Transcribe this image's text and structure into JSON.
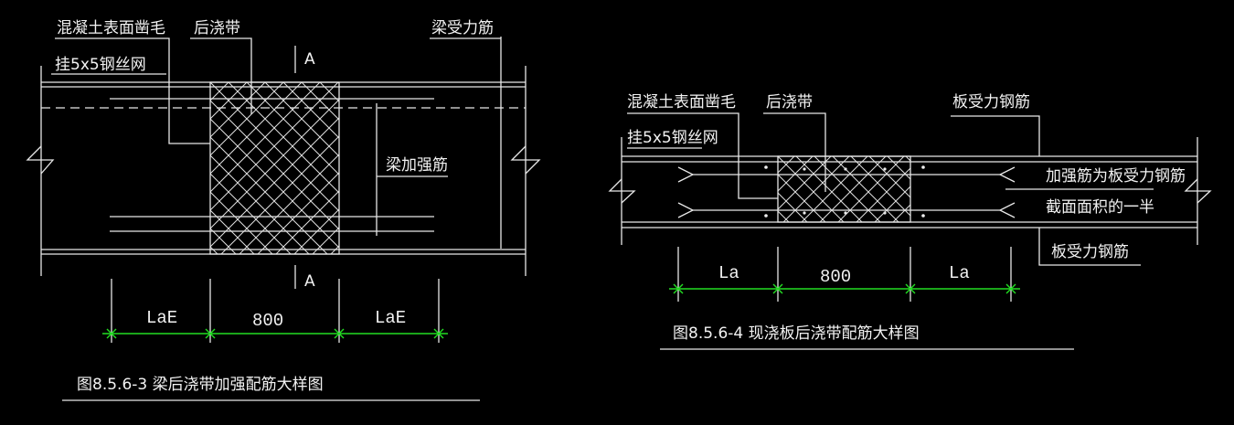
{
  "left": {
    "labels": {
      "surface_rough": "混凝土表面凿毛",
      "mesh": "挂5x5钢丝网",
      "post_pour_strip": "后浇带",
      "beam_main_bar": "梁受力筋",
      "beam_reinforcement": "梁加强筋",
      "section_top": "A",
      "section_bottom": "A"
    },
    "dims": {
      "left": "LaE",
      "middle": "800",
      "right": "LaE"
    },
    "caption": "图8.5.6-3  梁后浇带加强配筋大样图"
  },
  "right": {
    "labels": {
      "surface_rough": "混凝土表面凿毛",
      "mesh": "挂5x5钢丝网",
      "post_pour_strip": "后浇带",
      "slab_main_bar_top": "板受力钢筋",
      "reinforce_note_1": "加强筋为板受力钢筋",
      "reinforce_note_2": "截面面积的一半",
      "slab_main_bar_bottom": "板受力钢筋"
    },
    "dims": {
      "left": "La",
      "middle": "800",
      "right": "La"
    },
    "caption": "图8.5.6-4  现浇板后浇带配筋大样图"
  }
}
